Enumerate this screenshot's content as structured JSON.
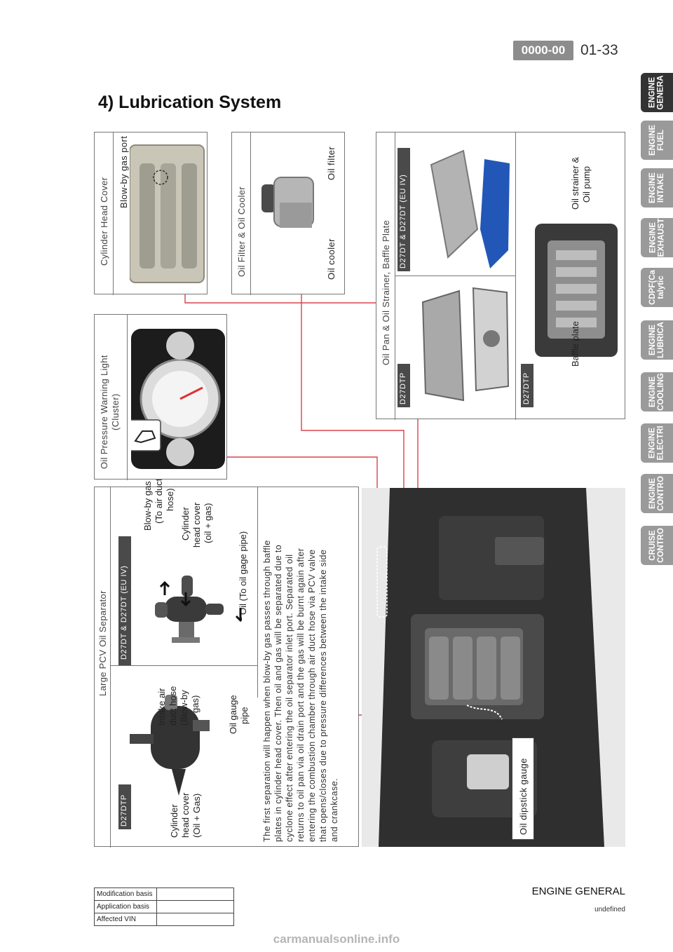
{
  "header": {
    "section_code": "0000-00",
    "page_number": "01-33",
    "title": "4) Lubrication System"
  },
  "tabs": [
    {
      "label": "ENGINE\nGENERA",
      "active": true
    },
    {
      "label": "ENGINE\nFUEL",
      "active": false
    },
    {
      "label": "ENGINE\nINTAKE",
      "active": false
    },
    {
      "label": "ENGINE\nEXHAUST",
      "active": false
    },
    {
      "label": "CDPF(Ca\ntalytic",
      "active": false
    },
    {
      "label": "ENGINE\nLUBRICA",
      "active": false
    },
    {
      "label": "ENGINE\nCOOLING",
      "active": false
    },
    {
      "label": "ENGINE\nELECTRI",
      "active": false
    },
    {
      "label": "ENGINE\nCONTRO",
      "active": false
    },
    {
      "label": "CRUISE\nCONTRO",
      "active": false
    }
  ],
  "pcv": {
    "title": "Large PCV Oil Separator",
    "variant_a": {
      "badge": "D27DTP",
      "label_head_cover_1": "Cylinder",
      "label_head_cover_2": "head cover",
      "label_head_cover_3": "(Oil + Gas)",
      "label_intake_1": "Intake air",
      "label_intake_2": "duct hose",
      "label_intake_3": "(Blow-by",
      "label_intake_4": "gas)",
      "label_gauge_1": "Oil gauge",
      "label_gauge_2": "pipe"
    },
    "variant_b": {
      "badge": "D27DT & D27DT (EU IV)",
      "label_blowby_1": "Blow-by gas",
      "label_blowby_2": "(To air duct",
      "label_blowby_3": "hose)",
      "label_cover_1": "Cylinder",
      "label_cover_2": "head cover",
      "label_cover_3": "(oil + gas)",
      "label_oil": "Oil (To oil gage pipe)"
    },
    "description": [
      "The first separation will happen when blow-by gas passes through baffle",
      "plates in cylinder head cover. Then oil and gas will be separated due to",
      "cyclone effect after entering the oil separator inlet port. Separated oil",
      "returns to oil pan via oil drain port and the gas will be burnt again after",
      "entering the combustion chamber through air duct hose via PCV valve",
      "that opens/closes due to pressure differences between the intake side",
      "and crankcase."
    ]
  },
  "warning_light": {
    "title_1": "Oil Pressure Warning Light",
    "title_2": "(Cluster)"
  },
  "head_cover": {
    "title": "Cylinder Head Cover",
    "label": "Blow-by gas port"
  },
  "oil_filter": {
    "title": "Oil Filter & Oil Cooler",
    "label_filter": "Oil filter",
    "label_cooler": "Oil cooler"
  },
  "oil_pan": {
    "title": "Oil Pan & Oil Strainer, Baffle Plate",
    "badge_top": "D27DT & D27DT (EU IV)",
    "badge_bottom_left": "D27DTP",
    "badge_bottom_right": "D27DTP",
    "label_strainer_1": "Oil strainer &",
    "label_strainer_2": "Oil pump",
    "label_baffle": "Baffle plate"
  },
  "engine_bay": {
    "label_dipstick": "Oil dipstick gauge"
  },
  "footer": {
    "title": "ENGINE GENERAL",
    "subtitle": "undefined",
    "rows": [
      "Modification basis",
      "Application basis",
      "Affected VIN"
    ],
    "watermark": "carmanualsonline.info"
  },
  "colors": {
    "badge_gray": "#8c8c8c",
    "tab_active": "#333333",
    "tab_inactive": "#9a9a9a",
    "leader_red": "#d9434a",
    "dark_badge": "#4a4a4a",
    "pan_blue": "#2257b8"
  }
}
